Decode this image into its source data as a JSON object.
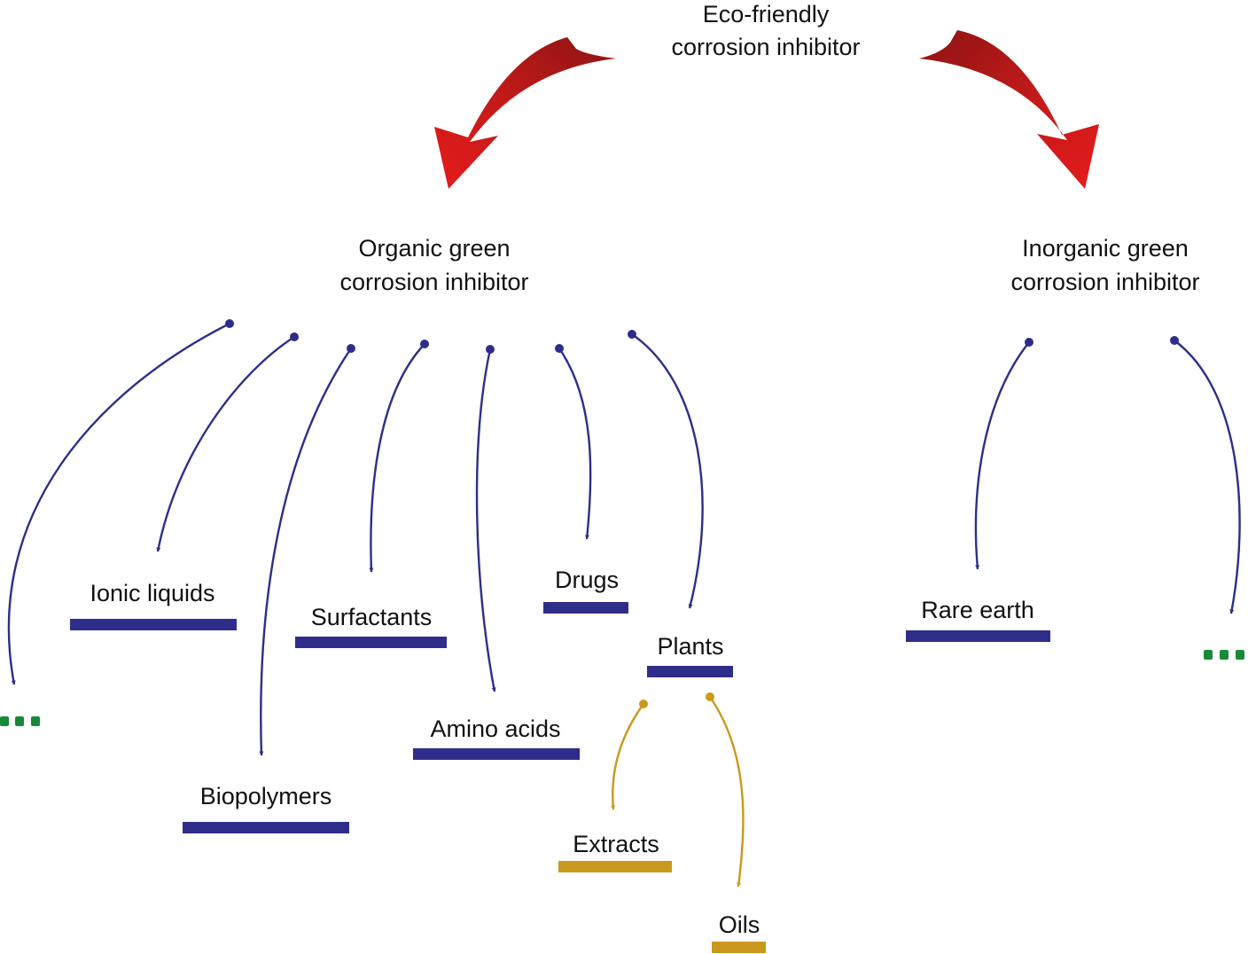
{
  "colors": {
    "primary": "#2e2e8a",
    "secondary": "#c9991e",
    "accent": "#c51a1a",
    "ellipsis": "#178a3a",
    "text": "#111111"
  },
  "root": {
    "line1": "Eco-friendly",
    "line2": "corrosion inhibitor"
  },
  "organic": {
    "line1": "Organic green",
    "line2": "corrosion inhibitor",
    "children": {
      "ionic": "Ionic liquids",
      "biopolymers": "Biopolymers",
      "surfactants": "Surfactants",
      "amino": "Amino acids",
      "drugs": "Drugs",
      "plants": "Plants"
    }
  },
  "plants_children": {
    "extracts": "Extracts",
    "oils": "Oils"
  },
  "inorganic": {
    "line1": "Inorganic green",
    "line2": "corrosion inhibitor",
    "children": {
      "rare_earth": "Rare earth"
    }
  }
}
